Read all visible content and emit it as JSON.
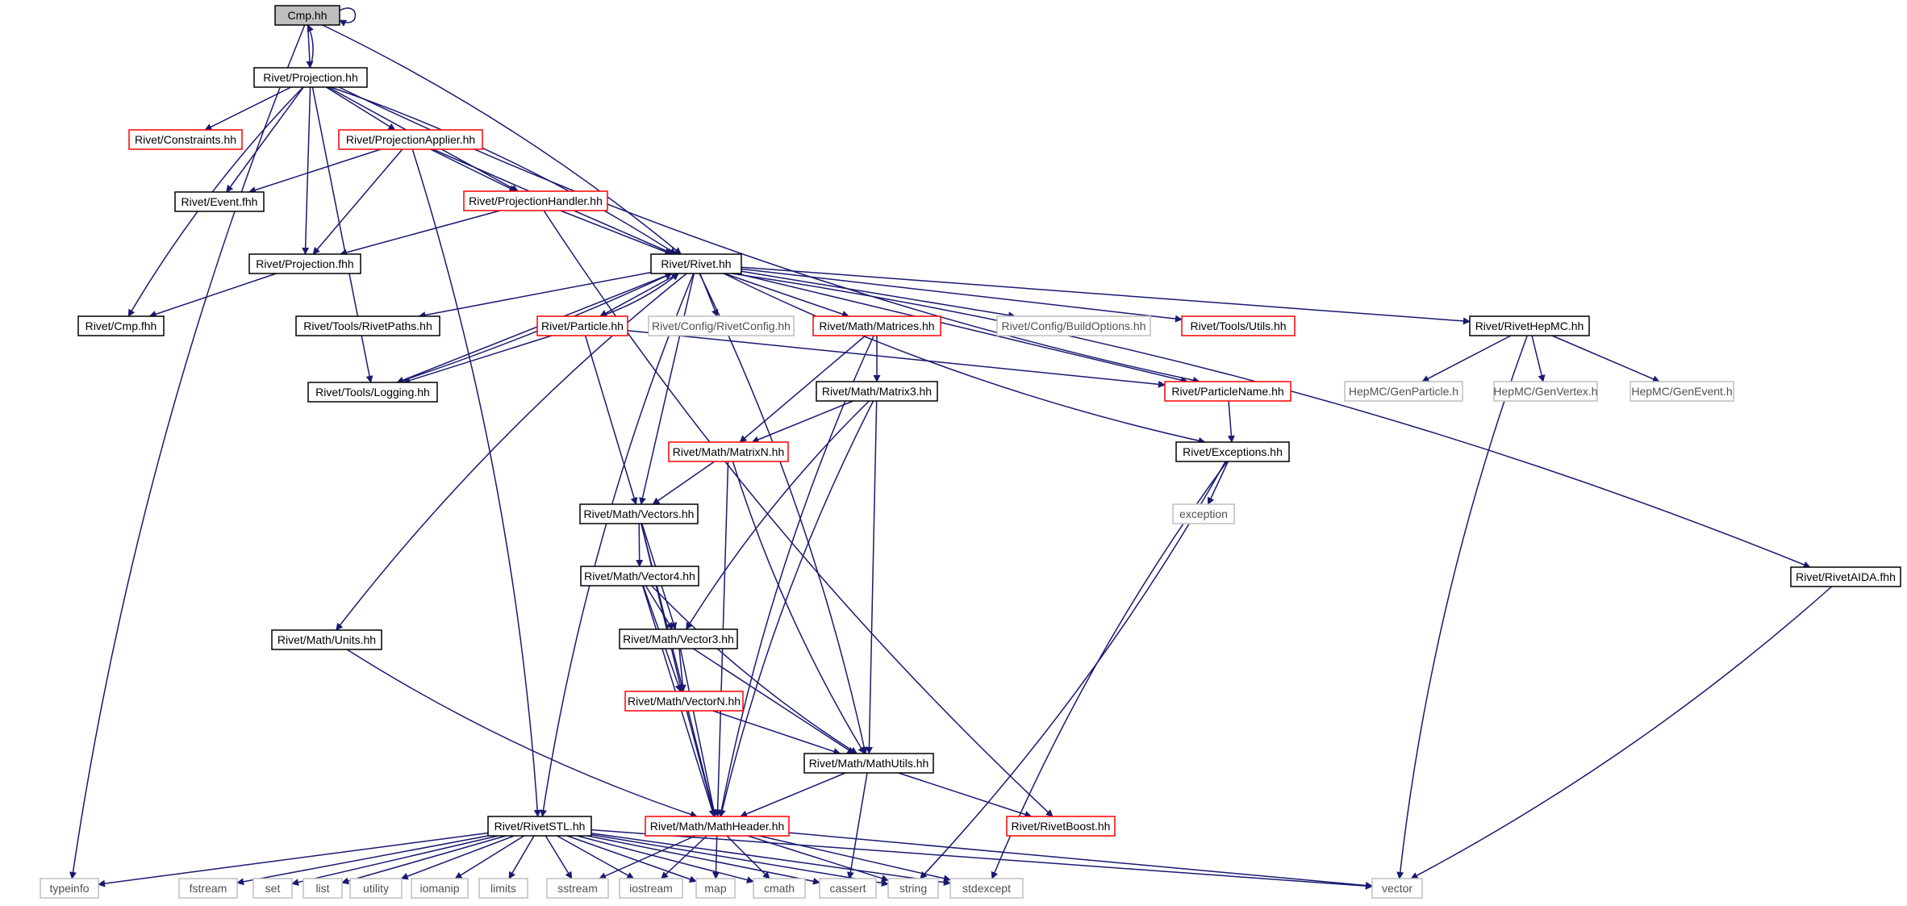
{
  "colors": {
    "edge": "#191970",
    "border_black": "#000000",
    "border_red": "#ff0000",
    "border_gray": "#bfbfbf",
    "root_fill": "#bfbfbf",
    "text_black": "#000000",
    "text_gray": "#505050"
  },
  "nodes": [
    {
      "id": "cmp_hh",
      "label": "Cmp.hh",
      "style": "root"
    },
    {
      "id": "projection_hh",
      "label": "Rivet/Projection.hh",
      "style": "black"
    },
    {
      "id": "constraints_hh",
      "label": "Rivet/Constraints.hh",
      "style": "red"
    },
    {
      "id": "projectionapplier_hh",
      "label": "Rivet/ProjectionApplier.hh",
      "style": "red"
    },
    {
      "id": "event_fhh",
      "label": "Rivet/Event.fhh",
      "style": "black"
    },
    {
      "id": "projectionhandler_hh",
      "label": "Rivet/ProjectionHandler.hh",
      "style": "red"
    },
    {
      "id": "projection_fhh",
      "label": "Rivet/Projection.fhh",
      "style": "black"
    },
    {
      "id": "rivet_hh",
      "label": "Rivet/Rivet.hh",
      "style": "black"
    },
    {
      "id": "cmp_fhh",
      "label": "Rivet/Cmp.fhh",
      "style": "black"
    },
    {
      "id": "rivetpaths_hh",
      "label": "Rivet/Tools/RivetPaths.hh",
      "style": "black"
    },
    {
      "id": "particle_hh",
      "label": "Rivet/Particle.hh",
      "style": "red"
    },
    {
      "id": "rivetconfig_hh",
      "label": "Rivet/Config/RivetConfig.hh",
      "style": "gray"
    },
    {
      "id": "matrices_hh",
      "label": "Rivet/Math/Matrices.hh",
      "style": "red"
    },
    {
      "id": "buildoptions_hh",
      "label": "Rivet/Config/BuildOptions.hh",
      "style": "gray"
    },
    {
      "id": "utils_hh",
      "label": "Rivet/Tools/Utils.hh",
      "style": "red"
    },
    {
      "id": "rivethepmc_hh",
      "label": "Rivet/RivetHepMC.hh",
      "style": "black"
    },
    {
      "id": "logging_hh",
      "label": "Rivet/Tools/Logging.hh",
      "style": "black"
    },
    {
      "id": "matrix3_hh",
      "label": "Rivet/Math/Matrix3.hh",
      "style": "black"
    },
    {
      "id": "particlename_hh",
      "label": "Rivet/ParticleName.hh",
      "style": "red"
    },
    {
      "id": "genparticle_h",
      "label": "HepMC/GenParticle.h",
      "style": "gray"
    },
    {
      "id": "genvertex_h",
      "label": "HepMC/GenVertex.h",
      "style": "gray"
    },
    {
      "id": "genevent_h",
      "label": "HepMC/GenEvent.h",
      "style": "gray"
    },
    {
      "id": "matrixn_hh",
      "label": "Rivet/Math/MatrixN.hh",
      "style": "red"
    },
    {
      "id": "exceptions_hh",
      "label": "Rivet/Exceptions.hh",
      "style": "black"
    },
    {
      "id": "vectors_hh",
      "label": "Rivet/Math/Vectors.hh",
      "style": "black"
    },
    {
      "id": "exception",
      "label": "exception",
      "style": "gray"
    },
    {
      "id": "vector4_hh",
      "label": "Rivet/Math/Vector4.hh",
      "style": "black"
    },
    {
      "id": "rivetaida_fhh",
      "label": "Rivet/RivetAIDA.fhh",
      "style": "black"
    },
    {
      "id": "units_hh",
      "label": "Rivet/Math/Units.hh",
      "style": "black"
    },
    {
      "id": "vector3_hh",
      "label": "Rivet/Math/Vector3.hh",
      "style": "black"
    },
    {
      "id": "vectorn_hh",
      "label": "Rivet/Math/VectorN.hh",
      "style": "red"
    },
    {
      "id": "mathutils_hh",
      "label": "Rivet/Math/MathUtils.hh",
      "style": "black"
    },
    {
      "id": "rivetboost_hh",
      "label": "Rivet/RivetBoost.hh",
      "style": "red"
    },
    {
      "id": "rivetstl_hh",
      "label": "Rivet/RivetSTL.hh",
      "style": "black"
    },
    {
      "id": "mathheader_hh",
      "label": "Rivet/Math/MathHeader.hh",
      "style": "red"
    },
    {
      "id": "typeinfo",
      "label": "typeinfo",
      "style": "gray"
    },
    {
      "id": "fstream",
      "label": "fstream",
      "style": "gray"
    },
    {
      "id": "set",
      "label": "set",
      "style": "gray"
    },
    {
      "id": "list",
      "label": "list",
      "style": "gray"
    },
    {
      "id": "utility",
      "label": "utility",
      "style": "gray"
    },
    {
      "id": "iomanip",
      "label": "iomanip",
      "style": "gray"
    },
    {
      "id": "limits",
      "label": "limits",
      "style": "gray"
    },
    {
      "id": "sstream",
      "label": "sstream",
      "style": "gray"
    },
    {
      "id": "iostream",
      "label": "iostream",
      "style": "gray"
    },
    {
      "id": "map",
      "label": "map",
      "style": "gray"
    },
    {
      "id": "cmath",
      "label": "cmath",
      "style": "gray"
    },
    {
      "id": "cassert",
      "label": "cassert",
      "style": "gray"
    },
    {
      "id": "string",
      "label": "string",
      "style": "gray"
    },
    {
      "id": "stdexcept",
      "label": "stdexcept",
      "style": "gray"
    },
    {
      "id": "vector",
      "label": "vector",
      "style": "gray"
    }
  ],
  "edges": [
    [
      "cmp_hh",
      "cmp_hh"
    ],
    [
      "cmp_hh",
      "projection_hh"
    ],
    [
      "cmp_hh",
      "rivet_hh"
    ],
    [
      "cmp_hh",
      "typeinfo"
    ],
    [
      "projection_hh",
      "cmp_hh"
    ],
    [
      "projection_hh",
      "constraints_hh"
    ],
    [
      "projection_hh",
      "projectionapplier_hh"
    ],
    [
      "projection_hh",
      "event_fhh"
    ],
    [
      "projection_hh",
      "projectionhandler_hh"
    ],
    [
      "projection_hh",
      "projection_fhh"
    ],
    [
      "projection_hh",
      "rivet_hh"
    ],
    [
      "projection_hh",
      "cmp_fhh"
    ],
    [
      "projection_hh",
      "logging_hh"
    ],
    [
      "projection_hh",
      "particlename_hh"
    ],
    [
      "projectionapplier_hh",
      "event_fhh"
    ],
    [
      "projectionapplier_hh",
      "projectionhandler_hh"
    ],
    [
      "projectionapplier_hh",
      "projection_fhh"
    ],
    [
      "projectionapplier_hh",
      "rivet_hh"
    ],
    [
      "projectionapplier_hh",
      "rivetstl_hh"
    ],
    [
      "projectionhandler_hh",
      "projection_fhh"
    ],
    [
      "projectionhandler_hh",
      "rivet_hh"
    ],
    [
      "projectionhandler_hh",
      "rivetboost_hh"
    ],
    [
      "projection_fhh",
      "cmp_fhh"
    ],
    [
      "rivet_hh",
      "rivetpaths_hh"
    ],
    [
      "rivet_hh",
      "particle_hh"
    ],
    [
      "rivet_hh",
      "rivetconfig_hh"
    ],
    [
      "rivet_hh",
      "matrices_hh"
    ],
    [
      "rivet_hh",
      "buildoptions_hh"
    ],
    [
      "rivet_hh",
      "utils_hh"
    ],
    [
      "rivet_hh",
      "rivethepmc_hh"
    ],
    [
      "rivet_hh",
      "rivetaida_fhh"
    ],
    [
      "rivet_hh",
      "logging_hh"
    ],
    [
      "rivet_hh",
      "particlename_hh"
    ],
    [
      "rivet_hh",
      "exceptions_hh"
    ],
    [
      "rivet_hh",
      "vectors_hh"
    ],
    [
      "rivet_hh",
      "units_hh"
    ],
    [
      "rivet_hh",
      "mathutils_hh"
    ],
    [
      "rivet_hh",
      "rivetstl_hh"
    ],
    [
      "particle_hh",
      "rivet_hh"
    ],
    [
      "particle_hh",
      "logging_hh"
    ],
    [
      "particle_hh",
      "particlename_hh"
    ],
    [
      "particle_hh",
      "vectors_hh"
    ],
    [
      "logging_hh",
      "rivet_hh"
    ],
    [
      "matrices_hh",
      "matrix3_hh"
    ],
    [
      "matrices_hh",
      "matrixn_hh"
    ],
    [
      "matrices_hh",
      "mathheader_hh"
    ],
    [
      "rivethepmc_hh",
      "genparticle_h"
    ],
    [
      "rivethepmc_hh",
      "genvertex_h"
    ],
    [
      "rivethepmc_hh",
      "genevent_h"
    ],
    [
      "rivethepmc_hh",
      "vector"
    ],
    [
      "particlename_hh",
      "exceptions_hh"
    ],
    [
      "exceptions_hh",
      "exception"
    ],
    [
      "exceptions_hh",
      "string"
    ],
    [
      "exceptions_hh",
      "stdexcept"
    ],
    [
      "matrix3_hh",
      "matrixn_hh"
    ],
    [
      "matrix3_hh",
      "vector3_hh"
    ],
    [
      "matrix3_hh",
      "mathutils_hh"
    ],
    [
      "matrix3_hh",
      "mathheader_hh"
    ],
    [
      "matrixn_hh",
      "vectors_hh"
    ],
    [
      "matrixn_hh",
      "mathutils_hh"
    ],
    [
      "matrixn_hh",
      "mathheader_hh"
    ],
    [
      "vectors_hh",
      "vector4_hh"
    ],
    [
      "vectors_hh",
      "vector3_hh"
    ],
    [
      "vectors_hh",
      "vectorn_hh"
    ],
    [
      "vectors_hh",
      "mathheader_hh"
    ],
    [
      "vector4_hh",
      "vector3_hh"
    ],
    [
      "vector4_hh",
      "vectorn_hh"
    ],
    [
      "vector4_hh",
      "mathutils_hh"
    ],
    [
      "vector4_hh",
      "mathheader_hh"
    ],
    [
      "vector3_hh",
      "vectorn_hh"
    ],
    [
      "vector3_hh",
      "mathutils_hh"
    ],
    [
      "vector3_hh",
      "mathheader_hh"
    ],
    [
      "vectorn_hh",
      "mathutils_hh"
    ],
    [
      "vectorn_hh",
      "mathheader_hh"
    ],
    [
      "mathutils_hh",
      "mathheader_hh"
    ],
    [
      "mathutils_hh",
      "rivetboost_hh"
    ],
    [
      "mathutils_hh",
      "cassert"
    ],
    [
      "units_hh",
      "mathheader_hh"
    ],
    [
      "rivetaida_fhh",
      "vector"
    ],
    [
      "rivetstl_hh",
      "typeinfo"
    ],
    [
      "rivetstl_hh",
      "fstream"
    ],
    [
      "rivetstl_hh",
      "set"
    ],
    [
      "rivetstl_hh",
      "list"
    ],
    [
      "rivetstl_hh",
      "utility"
    ],
    [
      "rivetstl_hh",
      "iomanip"
    ],
    [
      "rivetstl_hh",
      "limits"
    ],
    [
      "rivetstl_hh",
      "sstream"
    ],
    [
      "rivetstl_hh",
      "iostream"
    ],
    [
      "rivetstl_hh",
      "map"
    ],
    [
      "rivetstl_hh",
      "cmath"
    ],
    [
      "rivetstl_hh",
      "cassert"
    ],
    [
      "rivetstl_hh",
      "string"
    ],
    [
      "rivetstl_hh",
      "stdexcept"
    ],
    [
      "rivetstl_hh",
      "vector"
    ],
    [
      "mathheader_hh",
      "sstream"
    ],
    [
      "mathheader_hh",
      "iostream"
    ],
    [
      "mathheader_hh",
      "map"
    ],
    [
      "mathheader_hh",
      "cmath"
    ],
    [
      "mathheader_hh",
      "string"
    ],
    [
      "mathheader_hh",
      "stdexcept"
    ],
    [
      "mathheader_hh",
      "vector"
    ]
  ]
}
